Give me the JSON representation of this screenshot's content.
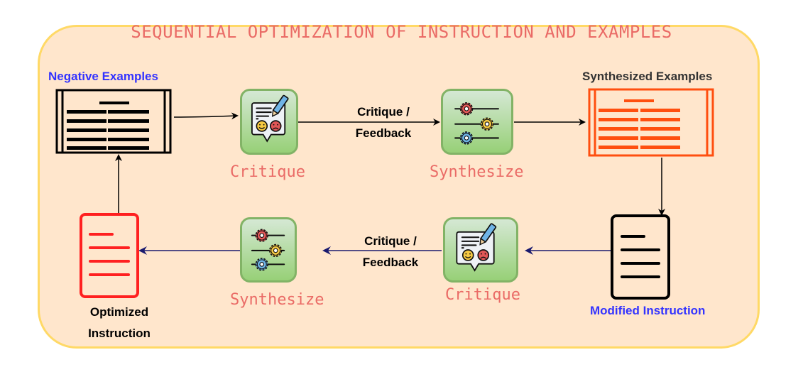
{
  "diagram": {
    "title": "SEQUENTIAL OPTIMIZATION OF INSTRUCTION AND EXAMPLES",
    "colors": {
      "container_fill": "#FFE6CC",
      "container_border": "#FFD966",
      "title": "#EA6B66",
      "step_label": "#EA6B66",
      "blue_label": "#3333FF",
      "green_box_border": "#82B366",
      "synthesized_doc": "#FF4F0F",
      "optimized_doc": "#FF2020",
      "back_arrow": "#1A1A6E"
    },
    "nodes": {
      "negative_examples": {
        "label": "Negative Examples",
        "icon": "table-document-icon"
      },
      "critique_1": {
        "label": "Critique",
        "icon": "critique-feedback-icon"
      },
      "synthesize_1": {
        "label": "Synthesize",
        "icon": "gear-sliders-icon"
      },
      "synthesized_examples": {
        "label": "Synthesized Examples",
        "icon": "table-document-icon"
      },
      "modified_instruction": {
        "label": "Modified Instruction",
        "icon": "document-icon"
      },
      "critique_2": {
        "label": "Critique",
        "icon": "critique-feedback-icon"
      },
      "synthesize_2": {
        "label": "Synthesize",
        "icon": "gear-sliders-icon"
      },
      "optimized_instruction": {
        "label_line1": "Optimized",
        "label_line2": "Instruction",
        "icon": "document-icon"
      }
    },
    "edges": {
      "top_feedback": {
        "line1": "Critique /",
        "line2": "Feedback"
      },
      "bottom_feedback": {
        "line1": "Critique /",
        "line2": "Feedback"
      }
    }
  }
}
